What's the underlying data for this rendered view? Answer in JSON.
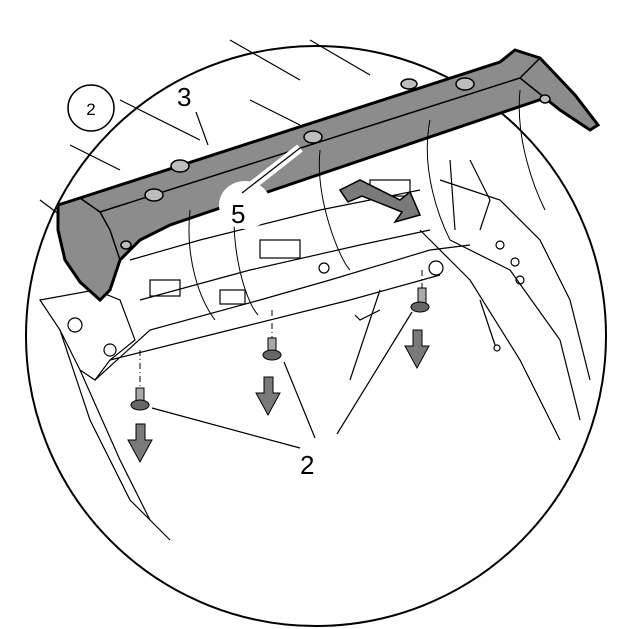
{
  "figure": {
    "step_badge": "2",
    "callouts": {
      "spoiler": "3",
      "clip": "5",
      "bolts": "2"
    },
    "colors": {
      "line": "#000000",
      "spoiler_fill": "#8c8c8c",
      "arrow_fill": "#7a7a7a",
      "background": "#ffffff"
    }
  }
}
